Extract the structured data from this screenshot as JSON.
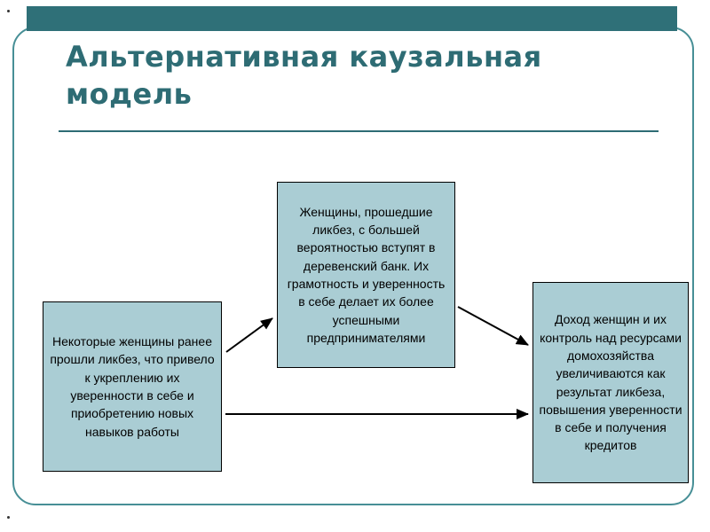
{
  "slide": {
    "title": "Альтернативная каузальная модель",
    "boxes": [
      {
        "role": "cause",
        "text": "Некоторые женщины ранее прошли ликбез, что привело к укреплению их уверенности в себе и приобретению новых навыков работы"
      },
      {
        "role": "mediator",
        "text": "Женщины, прошедшие ликбез, с большей вероятностью вступят в деревенский банк. Их грамотность и уверенность в себе делает их более успешными предпринимателями"
      },
      {
        "role": "outcome",
        "text": "Доход женщин и их контроль над ресурсами домохозяйства увеличиваются как результат ликбеза, повышения уверенности в себе и получения кредитов"
      }
    ],
    "colors": {
      "accent_bar": "#2F7078",
      "title": "#2E6C74",
      "box_fill": "#AACDD4",
      "box_border": "#000000",
      "frame_border": "#478F96",
      "arrow": "#000000"
    }
  }
}
